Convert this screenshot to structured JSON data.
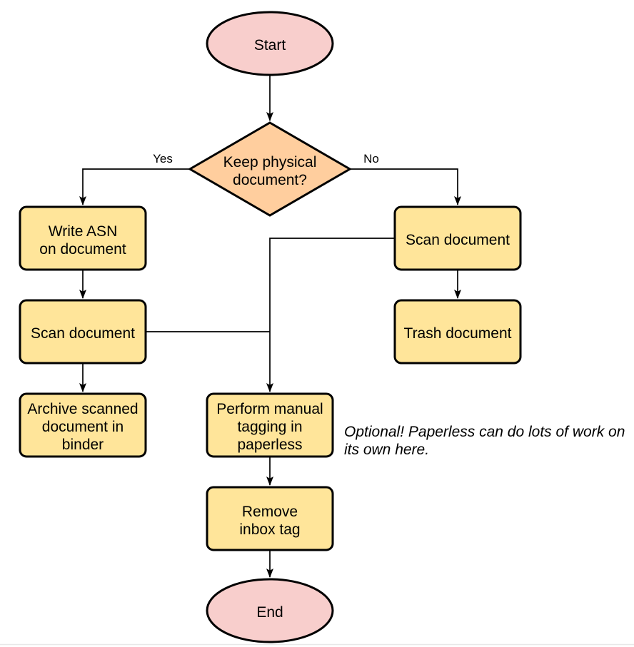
{
  "colors": {
    "terminal_fill": "#f8cecc",
    "decision_fill": "#ffce9e",
    "process_fill": "#ffe59a",
    "stroke": "#000000",
    "page_border": "#e8e8e8"
  },
  "nodes": {
    "start": {
      "label": "Start"
    },
    "decision": {
      "line1": "Keep physical",
      "line2": "document?"
    },
    "write_asn": {
      "line1": "Write ASN",
      "line2": "on document"
    },
    "scan_left": {
      "label": "Scan document"
    },
    "archive": {
      "line1": "Archive scanned",
      "line2": "document in",
      "line3": "binder"
    },
    "scan_right": {
      "label": "Scan document"
    },
    "trash": {
      "label": "Trash document"
    },
    "perform_tagging": {
      "line1": "Perform manual",
      "line2": "tagging in",
      "line3": "paperless"
    },
    "remove_inbox": {
      "line1": "Remove",
      "line2": "inbox tag"
    },
    "end": {
      "label": "End"
    }
  },
  "edge_labels": {
    "yes": "Yes",
    "no": "No"
  },
  "annotation": {
    "line1": "Optional! Paperless can do lots of work on",
    "line2": "its own here."
  }
}
